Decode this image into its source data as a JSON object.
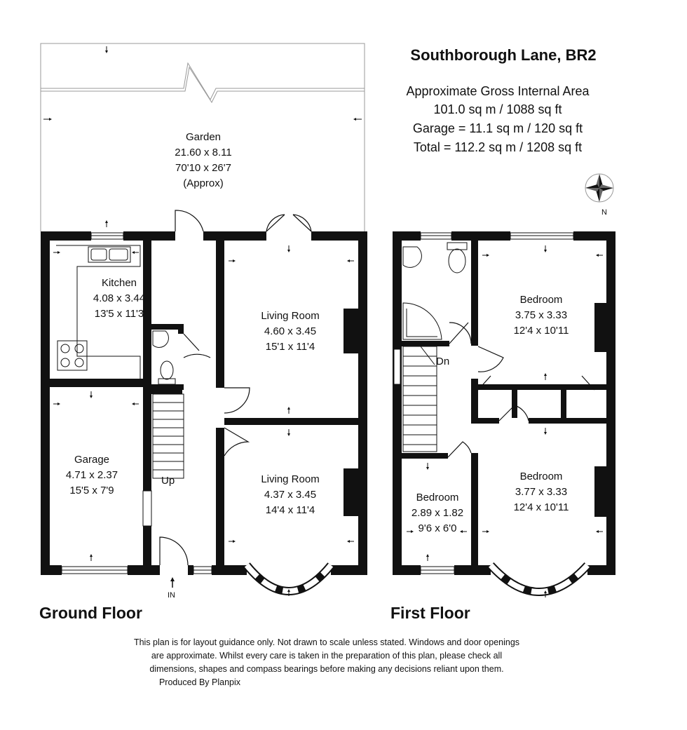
{
  "header": {
    "title": "Southborough Lane, BR2",
    "area_heading": "Approximate Gross Internal Area",
    "area_main": "101.0 sq m / 1088 sq ft",
    "area_garage": "Garage =  11.1 sq m / 120 sq ft",
    "area_total": "Total = 112.2 sq m / 1208 sq ft"
  },
  "compass": {
    "north_label": "N"
  },
  "ground_floor": {
    "title": "Ground Floor",
    "entrance_label": "IN",
    "stairs_label": "Up",
    "garden": {
      "name": "Garden",
      "metric": "21.60 x 8.11",
      "imperial": "70'10 x 26'7",
      "note": "(Approx)"
    },
    "kitchen": {
      "name": "Kitchen",
      "metric": "4.08 x 3.44",
      "imperial": "13'5 x 11'3"
    },
    "living_room_rear": {
      "name": "Living Room",
      "metric": "4.60 x 3.45",
      "imperial": "15'1 x 11'4"
    },
    "living_room_front": {
      "name": "Living Room",
      "metric": "4.37 x 3.45",
      "imperial": "14'4 x 11'4"
    },
    "garage": {
      "name": "Garage",
      "metric": "4.71 x 2.37",
      "imperial": "15'5 x 7'9"
    }
  },
  "first_floor": {
    "title": "First Floor",
    "stairs_label": "Dn",
    "bedroom_rear": {
      "name": "Bedroom",
      "metric": "3.75 x 3.33",
      "imperial": "12'4 x 10'11"
    },
    "bedroom_front": {
      "name": "Bedroom",
      "metric": "3.77 x 3.33",
      "imperial": "12'4 x 10'11"
    },
    "bedroom_small": {
      "name": "Bedroom",
      "metric": "2.89 x 1.82",
      "imperial": "9'6 x 6'0"
    }
  },
  "footer": {
    "line1": "This plan is for layout guidance only. Not drawn to scale unless stated. Windows and door openings",
    "line2": "are approximate. Whilst every care is taken in the preparation of this plan, please check all",
    "line3": "dimensions, shapes and compass bearings before making any decisions reliant upon them.",
    "line4": "Produced By Planpix"
  }
}
